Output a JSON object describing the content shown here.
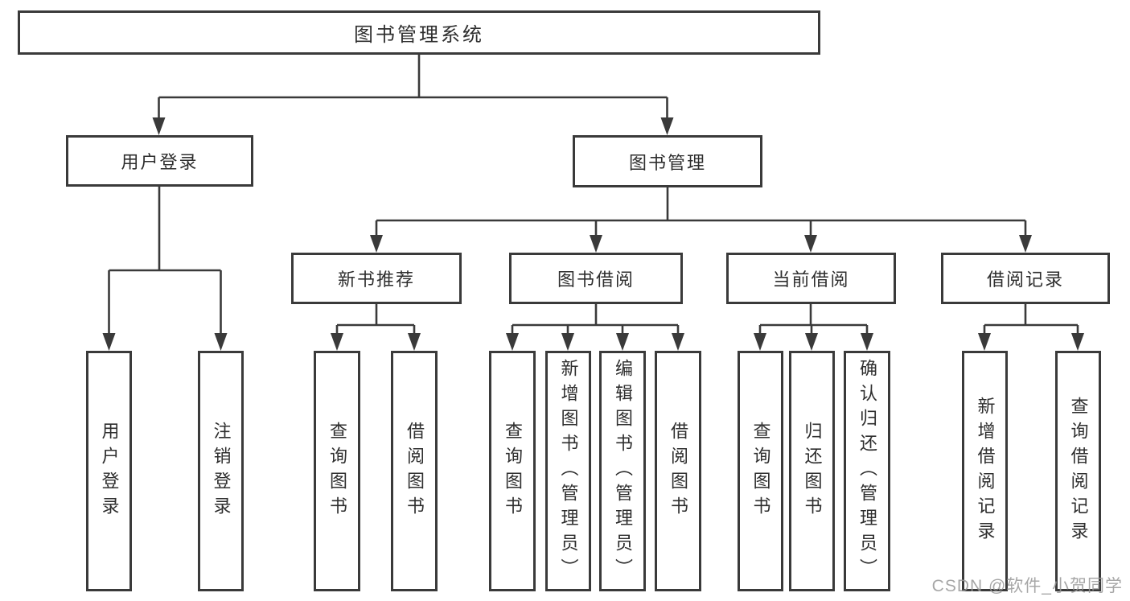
{
  "tree": {
    "label": "图书管理系统",
    "children": [
      {
        "label": "用户登录",
        "children": [
          {
            "label": "用户登录"
          },
          {
            "label": "注销登录"
          }
        ]
      },
      {
        "label": "图书管理",
        "children": [
          {
            "label": "新书推荐",
            "children": [
              {
                "label": "查询图书"
              },
              {
                "label": "借阅图书"
              }
            ]
          },
          {
            "label": "图书借阅",
            "children": [
              {
                "label": "查询图书"
              },
              {
                "label": "新增图书（管理员）"
              },
              {
                "label": "编辑图书（管理员）"
              },
              {
                "label": "借阅图书"
              }
            ]
          },
          {
            "label": "当前借阅",
            "children": [
              {
                "label": "查询图书"
              },
              {
                "label": "归还图书"
              },
              {
                "label": "确认归还（管理员）"
              }
            ]
          },
          {
            "label": "借阅记录",
            "children": [
              {
                "label": "新增借阅记录"
              },
              {
                "label": "查询借阅记录"
              }
            ]
          }
        ]
      }
    ]
  },
  "watermark": "CSDN @软件_小贺同学",
  "colors": {
    "line": "#3a3a3a",
    "text": "#2e2e2e",
    "box_background": "#ffffff",
    "watermark": "#989898"
  }
}
